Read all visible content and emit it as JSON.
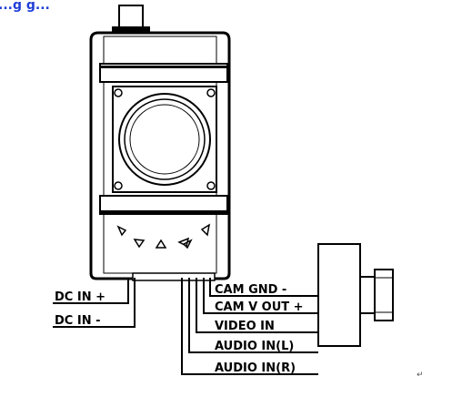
{
  "heading": "...g  g...",
  "labels": {
    "dc_in_plus": "DC IN +",
    "dc_in_minus": "DC IN -",
    "cam_gnd": "CAM GND -",
    "cam_v_out": "CAM V OUT +",
    "video_in": "VIDEO IN",
    "audio_in_l": "AUDIO IN(L)",
    "audio_in_r": "AUDIO IN(R)"
  },
  "return_mark": "↵"
}
